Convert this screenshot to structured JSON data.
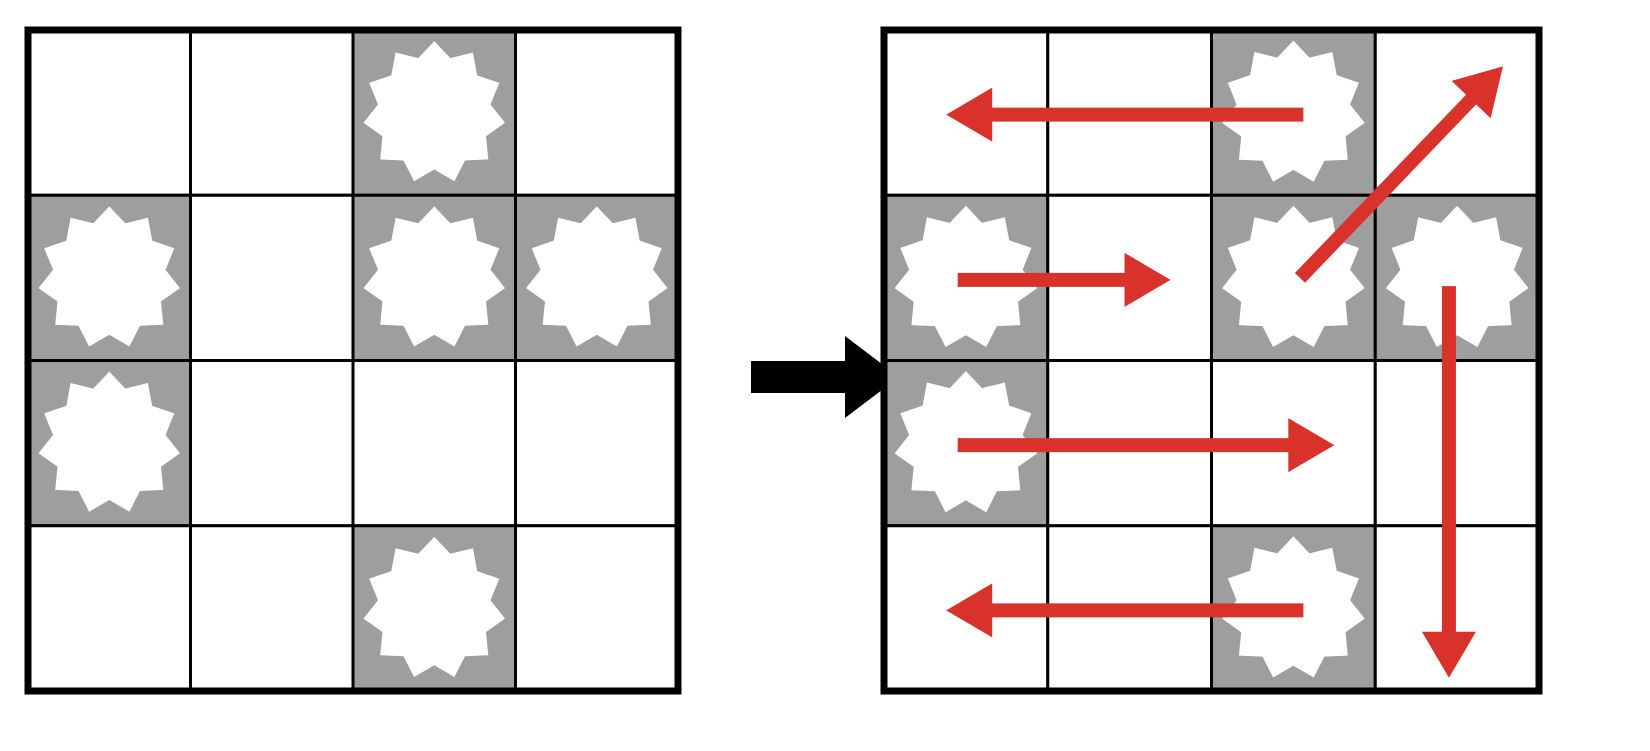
{
  "colors": {
    "background": "#ffffff",
    "grid_line": "#000000",
    "filled_cell": "#9e9e9e",
    "star": "#ffffff",
    "transition_arrow": "#000000",
    "move_arrow": "#d9322b"
  },
  "grid": {
    "rows": 4,
    "cols": 4
  },
  "left_grid": {
    "filled_cells": [
      {
        "row": 0,
        "col": 2
      },
      {
        "row": 1,
        "col": 0
      },
      {
        "row": 1,
        "col": 2
      },
      {
        "row": 1,
        "col": 3
      },
      {
        "row": 2,
        "col": 0
      },
      {
        "row": 3,
        "col": 2
      }
    ]
  },
  "right_grid": {
    "filled_cells": [
      {
        "row": 0,
        "col": 2
      },
      {
        "row": 1,
        "col": 0
      },
      {
        "row": 1,
        "col": 2
      },
      {
        "row": 1,
        "col": 3
      },
      {
        "row": 2,
        "col": 0
      },
      {
        "row": 3,
        "col": 2
      }
    ],
    "arrows": [
      {
        "from": {
          "row": 0,
          "col": 2
        },
        "toward": "left",
        "to_col": 0
      },
      {
        "from": {
          "row": 1,
          "col": 0
        },
        "toward": "right",
        "to_col": 1
      },
      {
        "from": {
          "row": 1,
          "col": 2
        },
        "toward": "up-right",
        "to_col": 3
      },
      {
        "from": {
          "row": 1,
          "col": 3
        },
        "toward": "down",
        "to_row": 3
      },
      {
        "from": {
          "row": 2,
          "col": 0
        },
        "toward": "right",
        "to_col": 2
      },
      {
        "from": {
          "row": 3,
          "col": 2
        },
        "toward": "left",
        "to_col": 0
      }
    ]
  },
  "transition_arrow": {
    "icon": "right-arrow-icon"
  }
}
